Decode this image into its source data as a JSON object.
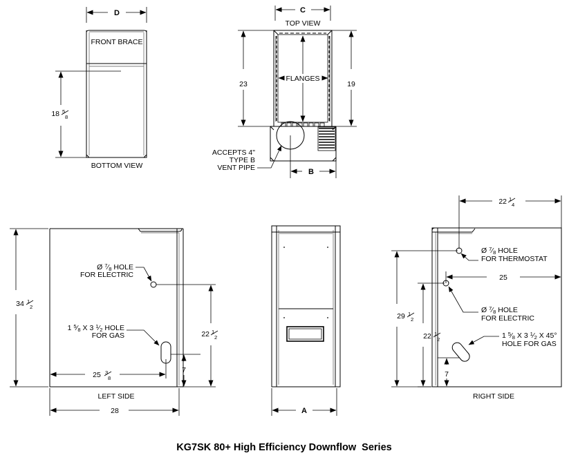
{
  "drawing": {
    "title": "KG7SK 80+ High Efficiency Downflow  Series",
    "type": "engineering-dimension-drawing"
  },
  "views": {
    "bottom": {
      "label": "BOTTOM VIEW",
      "inner_label": "FRONT BRACE",
      "width_dim": "D",
      "height_dim_whole": "18",
      "height_dim_frac_num": "5",
      "height_dim_frac_den": "8"
    },
    "top": {
      "label": "TOP VIEW",
      "width_dim": "C",
      "left_height_dim": "23",
      "right_height_dim": "19",
      "flanges_label": "FLANGES",
      "bottom_dim": "B",
      "vent_note_line1": "ACCEPTS 4\"",
      "vent_note_line2": "TYPE B",
      "vent_note_line3": "VENT PIPE"
    },
    "left": {
      "label": "LEFT SIDE",
      "height_dim_whole": "34",
      "height_dim_frac_num": "1",
      "height_dim_frac_den": "2",
      "electric_note_line1_pre": "Ø ",
      "electric_note_line1_num": "7",
      "electric_note_line1_den": "8",
      "electric_note_line1_post": " HOLE",
      "electric_note_line2": "FOR ELECTRIC",
      "gas_note_line1_a": "1 ",
      "gas_note_line1_num1": "5",
      "gas_note_line1_den1": "8",
      "gas_note_line1_b": " X 3 ",
      "gas_note_line1_num2": "1",
      "gas_note_line1_den2": "2",
      "gas_note_line1_c": " HOLE",
      "gas_note_line2": "FOR GAS",
      "depth_dim_whole": "25",
      "depth_dim_frac_num": "3",
      "depth_dim_frac_den": "8",
      "right_dim_whole": "22",
      "right_dim_frac_num": "1",
      "right_dim_frac_den": "2",
      "bottom_offset_dim": "7",
      "width_dim": "28"
    },
    "front": {
      "width_dim": "A"
    },
    "right": {
      "label": "RIGHT SIDE",
      "top_dim_whole": "22",
      "top_dim_frac_num": "1",
      "top_dim_frac_den": "4",
      "thermostat_note_line1_pre": "Ø ",
      "thermostat_note_line1_num": "7",
      "thermostat_note_line1_den": "8",
      "thermostat_note_line1_post": " HOLE",
      "thermostat_note_line2": "FOR THERMOSTAT",
      "mid_dim": "25",
      "electric_note_line1_pre": "Ø ",
      "electric_note_line1_num": "7",
      "electric_note_line1_den": "8",
      "electric_note_line1_post": " HOLE",
      "electric_note_line2": "FOR ELECTRIC",
      "gas_note_line1_a": "1 ",
      "gas_note_line1_num1": "5",
      "gas_note_line1_den1": "8",
      "gas_note_line1_b": " X 3 ",
      "gas_note_line1_num2": "1",
      "gas_note_line1_den2": "2",
      "gas_note_line1_c": " X 45°",
      "gas_note_line2": "HOLE FOR GAS",
      "left_dim_whole": "29",
      "left_dim_frac_num": "1",
      "left_dim_frac_den": "2",
      "second_dim_whole": "22",
      "second_dim_frac_num": "1",
      "second_dim_frac_den": "2",
      "bottom_offset_dim": "7"
    }
  },
  "colors": {
    "line": "#000000",
    "shadow": "#7d7d7d",
    "background": "#ffffff"
  }
}
